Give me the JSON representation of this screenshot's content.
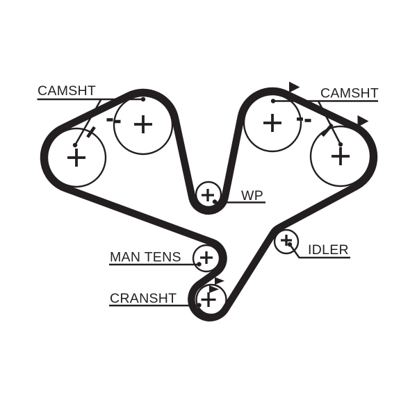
{
  "figure": {
    "type": "timing-belt-routing-diagram",
    "background_color": "#ffffff",
    "ink_color": "#231f20"
  },
  "labels": {
    "camsht_left": "CAMSHT",
    "camsht_right": "CAMSHT",
    "wp": "WP",
    "man_tens": "MAN TENS",
    "cransht": "CRANSHT",
    "idler": "IDLER"
  },
  "pulleys": [
    {
      "name": "camshaft-outer-left",
      "label": "CAMSHT",
      "center_mark": "cross"
    },
    {
      "name": "camshaft-inner-left",
      "label": "CAMSHT",
      "center_mark": "cross"
    },
    {
      "name": "camshaft-inner-right",
      "label": "CAMSHT",
      "center_mark": "cross"
    },
    {
      "name": "camshaft-outer-right",
      "label": "CAMSHT",
      "center_mark": "cross"
    },
    {
      "name": "water-pump",
      "label": "WP",
      "center_mark": "cross"
    },
    {
      "name": "manual-tensioner",
      "label": "MAN TENS",
      "center_mark": "cross"
    },
    {
      "name": "crankshaft",
      "label": "CRANSHT",
      "center_mark": "cross"
    },
    {
      "name": "idler",
      "label": "IDLER",
      "center_mark": "cross"
    }
  ],
  "marks": {
    "rotation_arrows": 2,
    "crank_timing_arrows": 2,
    "camshaft_timing_dashes": 6
  }
}
